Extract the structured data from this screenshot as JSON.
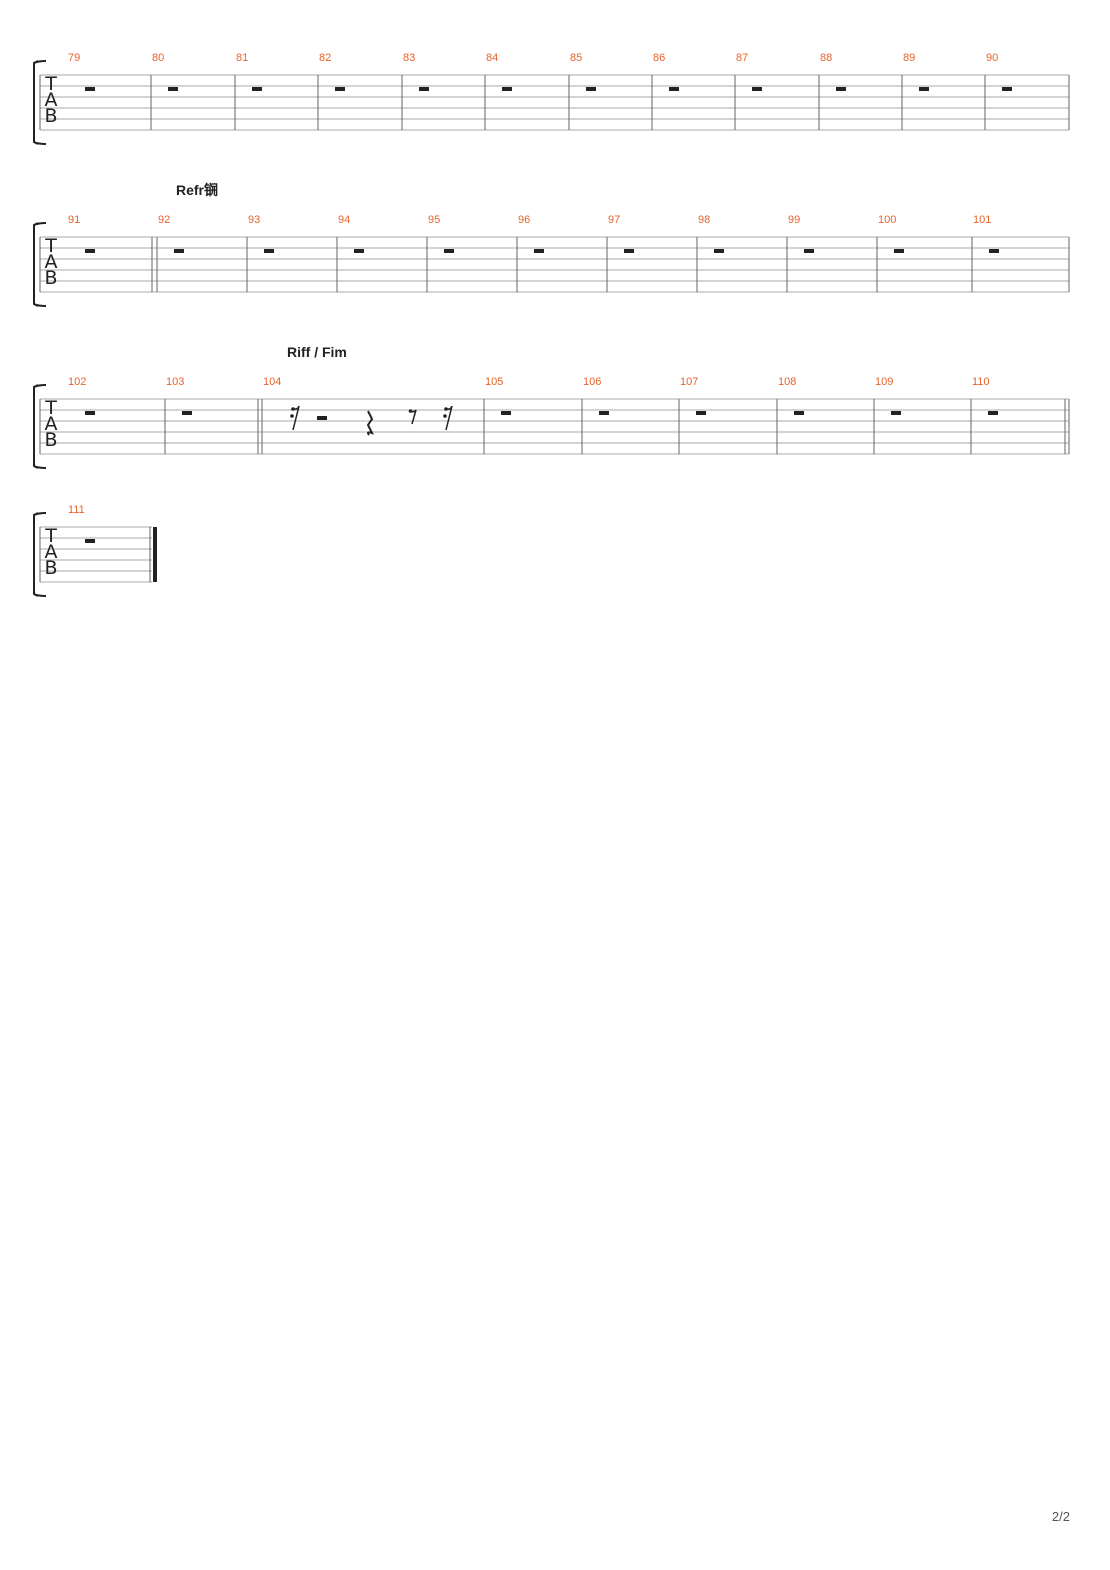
{
  "colors": {
    "measure_number": "#e8622a",
    "staff_line": "#aaaaaa",
    "barline": "#666666",
    "ink": "#222222",
    "page_number": "#555555"
  },
  "clef": {
    "label": [
      "T",
      "A",
      "B"
    ]
  },
  "systems": [
    {
      "section_label": "",
      "measures": [
        {
          "number": "79",
          "content": "rest"
        },
        {
          "number": "80",
          "content": "rest"
        },
        {
          "number": "81",
          "content": "rest"
        },
        {
          "number": "82",
          "content": "rest"
        },
        {
          "number": "83",
          "content": "rest"
        },
        {
          "number": "84",
          "content": "rest"
        },
        {
          "number": "85",
          "content": "rest"
        },
        {
          "number": "86",
          "content": "rest"
        },
        {
          "number": "87",
          "content": "rest"
        },
        {
          "number": "88",
          "content": "rest"
        },
        {
          "number": "89",
          "content": "rest"
        },
        {
          "number": "90",
          "content": "rest"
        }
      ]
    },
    {
      "section_label": "Refr锎",
      "measures": [
        {
          "number": "91",
          "content": "rest"
        },
        {
          "number": "92",
          "content": "rest"
        },
        {
          "number": "93",
          "content": "rest"
        },
        {
          "number": "94",
          "content": "rest"
        },
        {
          "number": "95",
          "content": "rest"
        },
        {
          "number": "96",
          "content": "rest"
        },
        {
          "number": "97",
          "content": "rest"
        },
        {
          "number": "98",
          "content": "rest"
        },
        {
          "number": "99",
          "content": "rest"
        },
        {
          "number": "100",
          "content": "rest"
        },
        {
          "number": "101",
          "content": "rest"
        }
      ]
    },
    {
      "section_label": "Riff / Fim",
      "measures": [
        {
          "number": "102",
          "content": "rest"
        },
        {
          "number": "103",
          "content": "rest"
        },
        {
          "number": "104",
          "content": "rests-mixed"
        },
        {
          "number": "105",
          "content": "rest"
        },
        {
          "number": "106",
          "content": "rest"
        },
        {
          "number": "107",
          "content": "rest"
        },
        {
          "number": "108",
          "content": "rest"
        },
        {
          "number": "109",
          "content": "rest"
        },
        {
          "number": "110",
          "content": "rest"
        }
      ]
    },
    {
      "section_label": "",
      "measures": [
        {
          "number": "111",
          "content": "rest"
        }
      ]
    }
  ],
  "page_number": "2/2"
}
